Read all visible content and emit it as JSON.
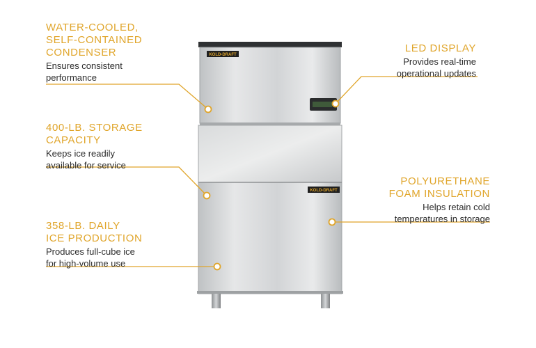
{
  "accent_color": "#E0A52A",
  "brand_label": "KOLD-DRAFT",
  "callouts": [
    {
      "title": "WATER-COOLED,\nSELF-CONTAINED\nCONDENSER",
      "desc": "Ensures consistent\nperformance"
    },
    {
      "title": "400-LB. STORAGE\nCAPACITY",
      "desc": "Keeps ice readily\navailable for service"
    },
    {
      "title": "358-LB. DAILY\nICE PRODUCTION",
      "desc": "Produces full-cube ice\nfor high-volume use"
    },
    {
      "title": "LED DISPLAY",
      "desc": "Provides real-time\noperational updates"
    },
    {
      "title": "POLYURETHANE\nFOAM INSULATION",
      "desc": "Helps retain cold\ntemperatures in storage"
    }
  ]
}
